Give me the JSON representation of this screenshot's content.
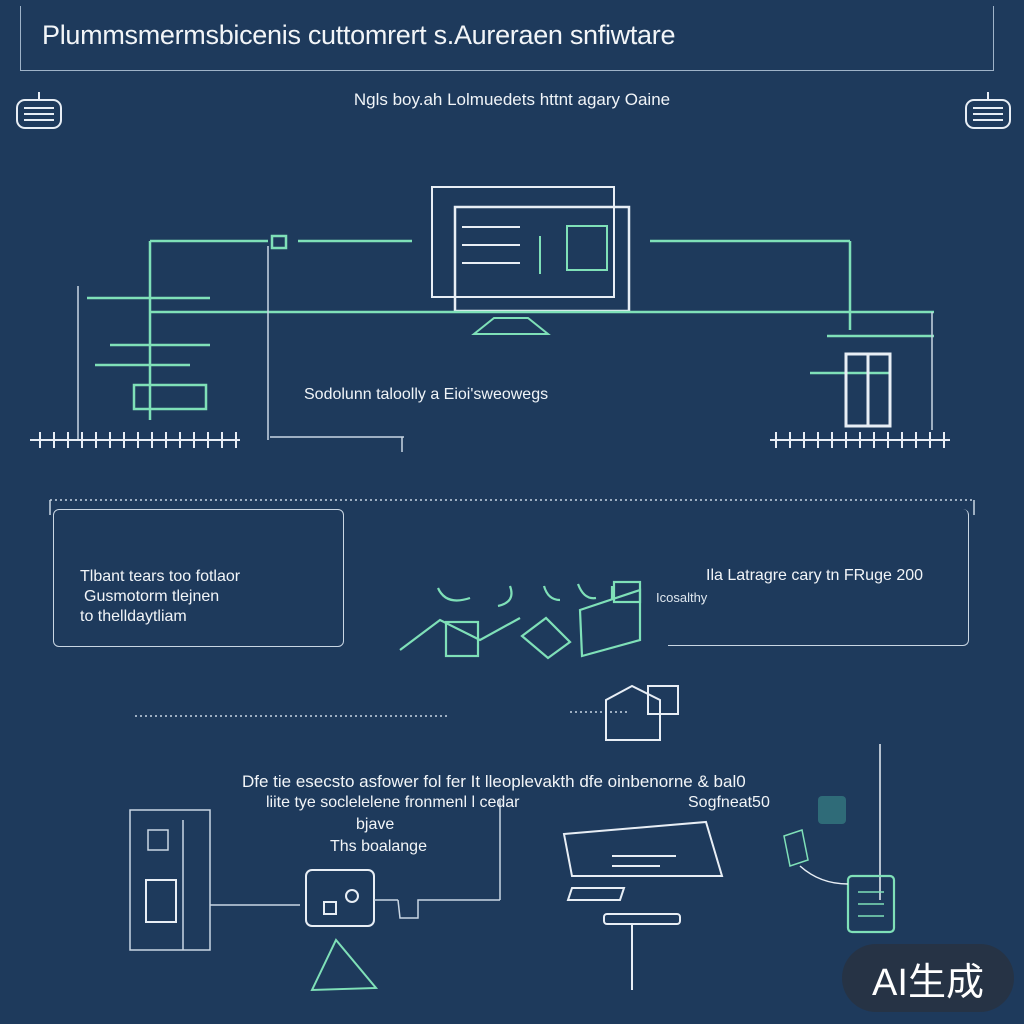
{
  "header": {
    "title": "Plummsmermsbicenis cuttomrert s.Aureraen snfiwtare",
    "subtitle": "Ngls boy.ah Lolmuedets httnt agary Oaine"
  },
  "diagram": {
    "mid_caption": "Sodolunn taloolly a Eioi'sweowegs",
    "left_box": {
      "lines": [
        "Tlbant tears too fotlaor",
        "Gusmotorm tlejnen",
        "to thelldaytliam"
      ]
    },
    "right_box": {
      "line1": "Ila Latragre cary tn FRuge 200",
      "line2": "Icosalthy"
    },
    "bottom": {
      "line1": "Dfe tie esecsto asfower fol fer It lleoplevakth dfe oinbenorne & bal0",
      "line2": "liite tye soclelelene fronmenl l cedar",
      "line2b": "Sogfneat50",
      "line3": "bjave",
      "line4": "Ths boalange"
    }
  },
  "badge": {
    "label": "AI生成"
  },
  "colors": {
    "background": "#1e3a5c",
    "accent_green": "#7fe0b8",
    "line_white": "#dfe7ef"
  }
}
